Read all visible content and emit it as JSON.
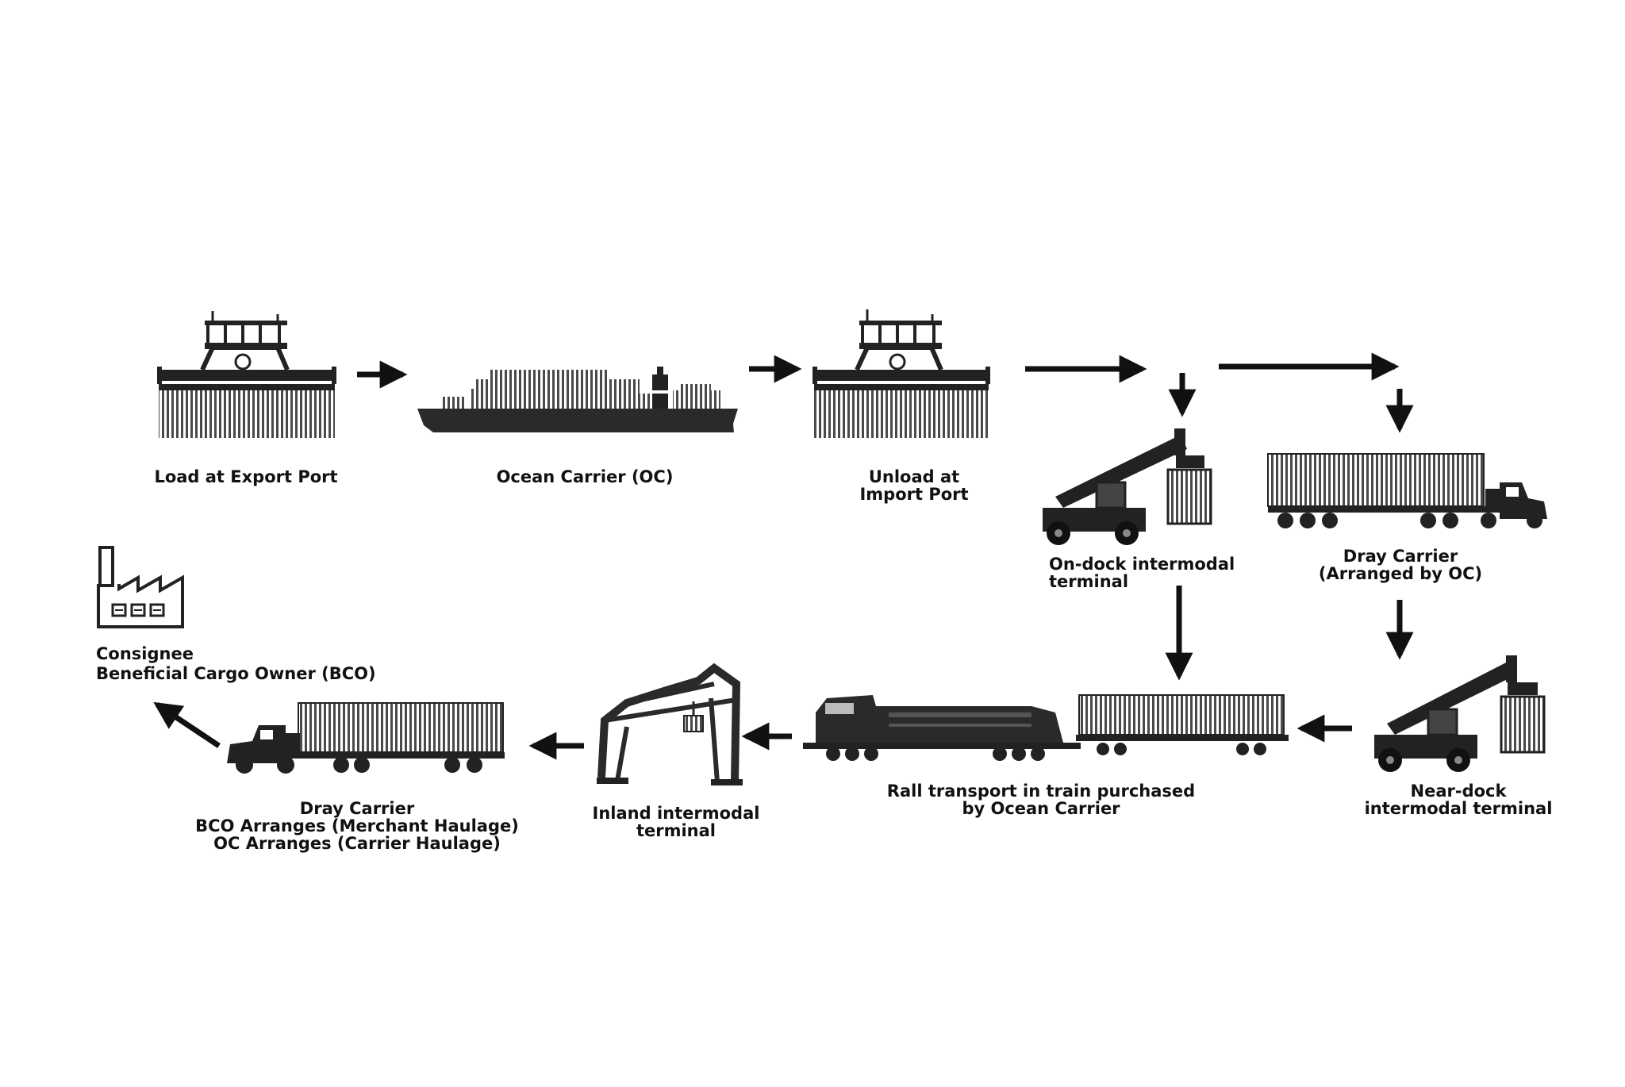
{
  "diagram": {
    "nodes": {
      "export_port": {
        "lines": [
          "Load at Export Port"
        ],
        "icon": "gantry-crane-icon"
      },
      "ocean_carrier": {
        "lines": [
          "Ocean Carrier (OC)"
        ],
        "icon": "container-ship-icon"
      },
      "import_port": {
        "lines": [
          "Unload at",
          "Import Port"
        ],
        "icon": "gantry-crane-icon"
      },
      "on_dock": {
        "lines": [
          "On-dock intermodal",
          "terminal"
        ],
        "icon": "reach-stacker-icon"
      },
      "dray_oc": {
        "lines": [
          "Dray Carrier",
          "(Arranged by OC)"
        ],
        "icon": "container-truck-icon"
      },
      "near_dock": {
        "lines": [
          "Near-dock",
          "intermodal terminal"
        ],
        "icon": "reach-stacker-icon"
      },
      "rail": {
        "lines": [
          "Rall transport in train purchased",
          "by Ocean Carrier"
        ],
        "icon": "train-icon"
      },
      "inland": {
        "lines": [
          "Inland intermodal",
          "terminal"
        ],
        "icon": "rail-gantry-crane-icon"
      },
      "dray_bco": {
        "lines": [
          "Dray Carrier",
          "BCO Arranges (Merchant Haulage)",
          "OC Arranges (Carrier Haulage)"
        ],
        "icon": "container-truck-icon"
      },
      "consignee": {
        "lines": [
          "Consignee",
          "Beneficial Cargo Owner (BCO)"
        ],
        "icon": "factory-icon"
      }
    },
    "edges": [
      [
        "export_port",
        "ocean_carrier"
      ],
      [
        "ocean_carrier",
        "import_port"
      ],
      [
        "import_port",
        "on_dock"
      ],
      [
        "import_port",
        "dray_oc"
      ],
      [
        "on_dock",
        "rail"
      ],
      [
        "dray_oc",
        "near_dock"
      ],
      [
        "near_dock",
        "rail"
      ],
      [
        "rail",
        "inland"
      ],
      [
        "inland",
        "dray_bco"
      ],
      [
        "dray_bco",
        "consignee"
      ]
    ],
    "colors": {
      "ink": "#111111",
      "icon": "#3a3a3a",
      "background": "#ffffff"
    }
  }
}
